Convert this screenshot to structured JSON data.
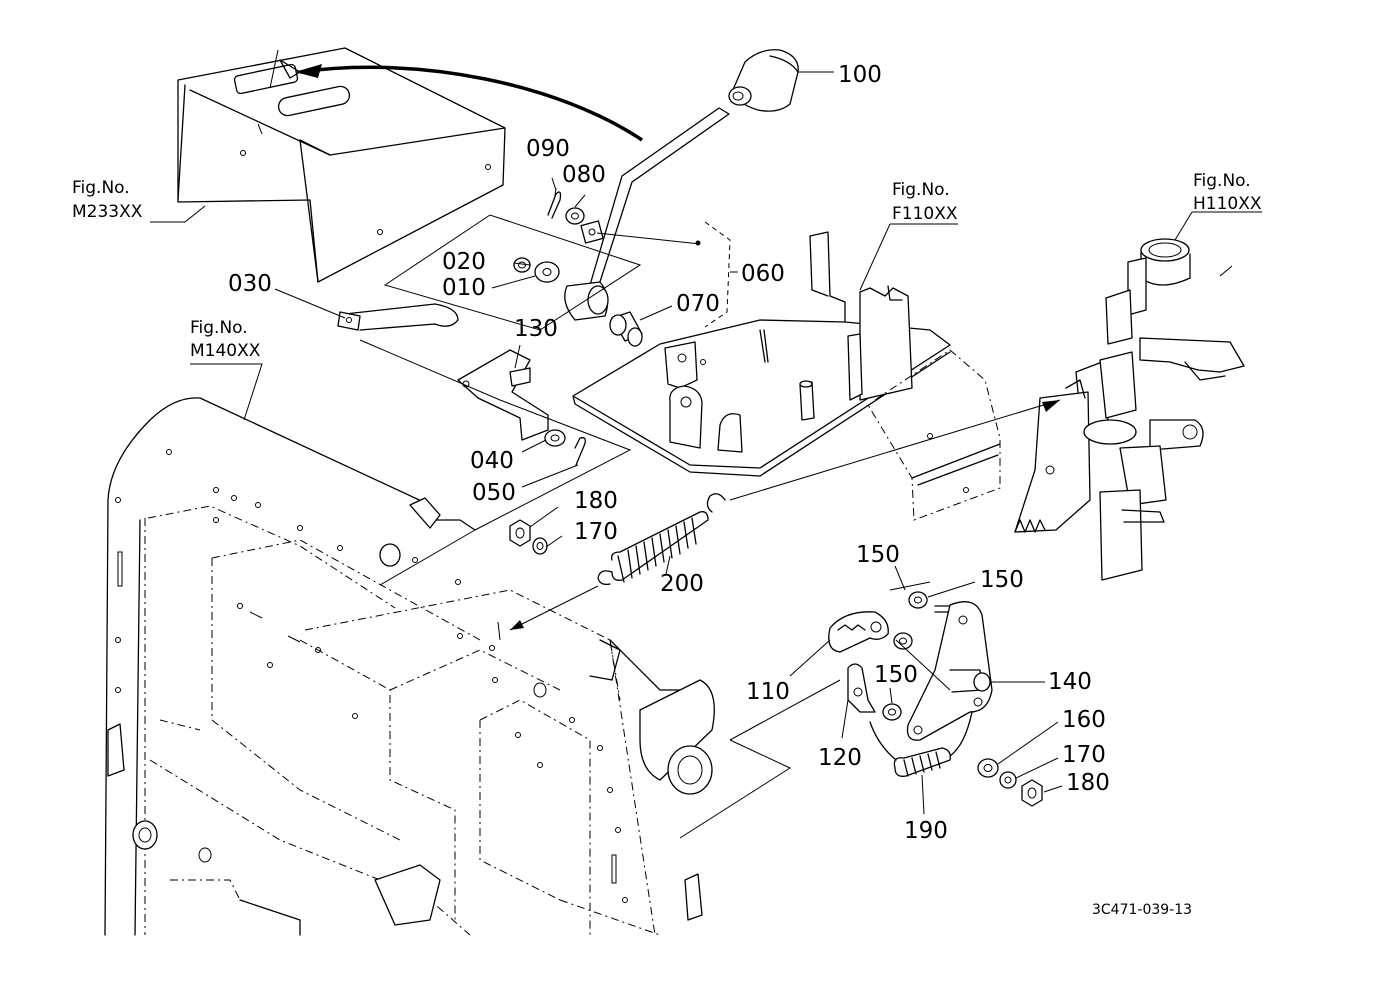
{
  "diagram_code": "3C471-039-13",
  "fig_refs": [
    {
      "id": "m233",
      "line1": "Fig.No.",
      "line2": "M233XX"
    },
    {
      "id": "f110",
      "line1": "Fig.No.",
      "line2": "F110XX"
    },
    {
      "id": "h110",
      "line1": "Fig.No.",
      "line2": "H110XX"
    },
    {
      "id": "m140",
      "line1": "Fig.No.",
      "line2": "M140XX"
    }
  ],
  "parts": [
    {
      "id": "p100",
      "label": "100"
    },
    {
      "id": "p090",
      "label": "090"
    },
    {
      "id": "p080",
      "label": "080"
    },
    {
      "id": "p020",
      "label": "020"
    },
    {
      "id": "p010",
      "label": "010"
    },
    {
      "id": "p060",
      "label": "060"
    },
    {
      "id": "p030",
      "label": "030"
    },
    {
      "id": "p070",
      "label": "070"
    },
    {
      "id": "p130",
      "label": "130"
    },
    {
      "id": "p040",
      "label": "040"
    },
    {
      "id": "p050",
      "label": "050"
    },
    {
      "id": "p180a",
      "label": "180"
    },
    {
      "id": "p170a",
      "label": "170"
    },
    {
      "id": "p200",
      "label": "200"
    },
    {
      "id": "p150a",
      "label": "150"
    },
    {
      "id": "p150b",
      "label": "150"
    },
    {
      "id": "p110",
      "label": "110"
    },
    {
      "id": "p150c",
      "label": "150"
    },
    {
      "id": "p140",
      "label": "140"
    },
    {
      "id": "p120",
      "label": "120"
    },
    {
      "id": "p160",
      "label": "160"
    },
    {
      "id": "p170b",
      "label": "170"
    },
    {
      "id": "p180b",
      "label": "180"
    },
    {
      "id": "p190",
      "label": "190"
    }
  ]
}
